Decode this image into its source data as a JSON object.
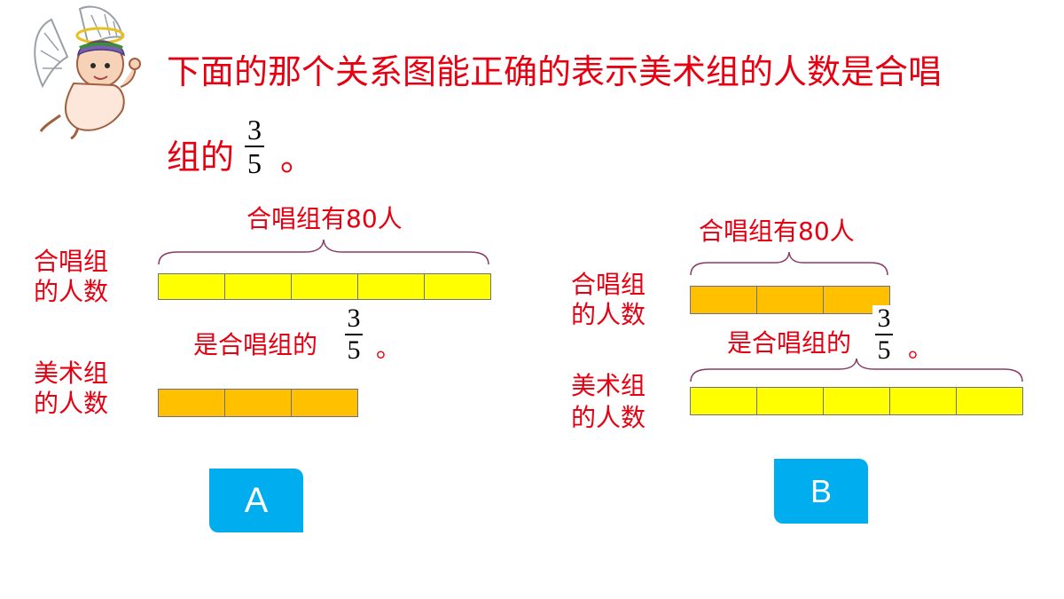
{
  "question": {
    "line1": "下面的那个关系图能正确的表示美术组的人数是合唱",
    "line2": "组的",
    "fraction": {
      "numerator": "3",
      "denominator": "5"
    },
    "end": "。"
  },
  "diagram_a": {
    "top_brace_label": "合唱组有80人",
    "row1_label": [
      "合唱组",
      "的人数"
    ],
    "row1_segments": 5,
    "row1_color": "#ffff00",
    "relation_label": "是合唱组的",
    "relation_fraction": {
      "numerator": "3",
      "denominator": "5"
    },
    "relation_end": "。",
    "row2_label": [
      "美术组",
      "的人数"
    ],
    "row2_segments": 3,
    "row2_color": "#ffc000",
    "option": "A"
  },
  "diagram_b": {
    "top_brace_label": "合唱组有80人",
    "row1_label": [
      "合唱组",
      "的人数"
    ],
    "row1_segments": 3,
    "row1_color": "#ffc000",
    "relation_label": "是合唱组的",
    "relation_fraction": {
      "numerator": "3",
      "denominator": "5"
    },
    "relation_end": "。",
    "row2_label": [
      "美术组",
      "的人数"
    ],
    "row2_segments": 5,
    "row2_color": "#ffff00",
    "option": "B"
  },
  "colors": {
    "text": "#e60012",
    "brace": "#8b3a62",
    "option_bg": "#00aeef"
  }
}
